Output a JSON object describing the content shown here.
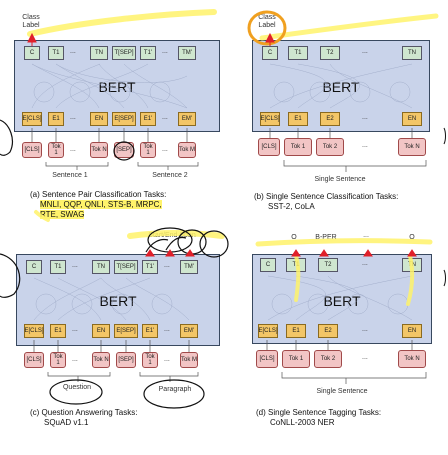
{
  "panel_a": {
    "class_label": "Class\nLabel",
    "bert": "BERT",
    "top_tokens": [
      "C",
      "T1",
      "...",
      "TN",
      "T[SEP]",
      "T1'",
      "...",
      "TM'"
    ],
    "emb_tokens": [
      "E[CLS]",
      "E1",
      "...",
      "EN",
      "E[SEP]",
      "E1'",
      "...",
      "EM'"
    ],
    "input_tokens": [
      "[CLS]",
      "Tok 1",
      "...",
      "Tok N",
      "[SEP]",
      "Tok 1",
      "...",
      "Tok M"
    ],
    "sentence1": "Sentence 1",
    "sentence2": "Sentence 2",
    "caption_l1": "(a) Sentence Pair Classification Tasks:",
    "caption_l2": "MNLI, QQP, QNLI, STS-B, MRPC,",
    "caption_l3": "RTE, SWAG"
  },
  "panel_b": {
    "class_label": "Class\nLabel",
    "bert": "BERT",
    "top_tokens": [
      "C",
      "T1",
      "T2",
      "...",
      "TN"
    ],
    "emb_tokens": [
      "E[CLS]",
      "E1",
      "E2",
      "...",
      "EN"
    ],
    "input_tokens": [
      "[CLS]",
      "Tok 1",
      "Tok 2",
      "...",
      "Tok N"
    ],
    "sentence": "Single Sentence",
    "caption_l1": "(b) Single Sentence Classification Tasks:",
    "caption_l2": "SST-2, CoLA"
  },
  "panel_c": {
    "start_end": "Start/End Span",
    "bert": "BERT",
    "top_tokens": [
      "C",
      "T1",
      "...",
      "TN",
      "T[SEP]",
      "T1'",
      "...",
      "TM'"
    ],
    "emb_tokens": [
      "E[CLS]",
      "E1",
      "...",
      "EN",
      "E[SEP]",
      "E1'",
      "...",
      "EM'"
    ],
    "input_tokens": [
      "[CLS]",
      "Tok 1",
      "...",
      "Tok N",
      "[SEP]",
      "Tok 1",
      "...",
      "Tok M"
    ],
    "question": "Question",
    "paragraph": "Paragraph",
    "caption_l1": "(c) Question Answering Tasks:",
    "caption_l2": "SQuAD v1.1"
  },
  "panel_d": {
    "out_labels": [
      "O",
      "B-PER",
      "...",
      "O"
    ],
    "bert": "BERT",
    "top_tokens": [
      "C",
      "T1",
      "T2",
      "...",
      "TN"
    ],
    "emb_tokens": [
      "E[CLS]",
      "E1",
      "E2",
      "...",
      "EN"
    ],
    "input_tokens": [
      "[CLS]",
      "Tok 1",
      "Tok 2",
      "...",
      "Tok N"
    ],
    "sentence": "Single Sentence",
    "caption_l1": "(d) Single Sentence Tagging Tasks:",
    "caption_l2": "CoNLL-2003 NER"
  },
  "colors": {
    "bert_bg": "#c9d3ea",
    "top_token": "#cfe6cf",
    "emb_token": "#f3c667",
    "input_token": "#f2c5c5",
    "highlight": "#fff36b",
    "arrow": "#e0202a"
  }
}
